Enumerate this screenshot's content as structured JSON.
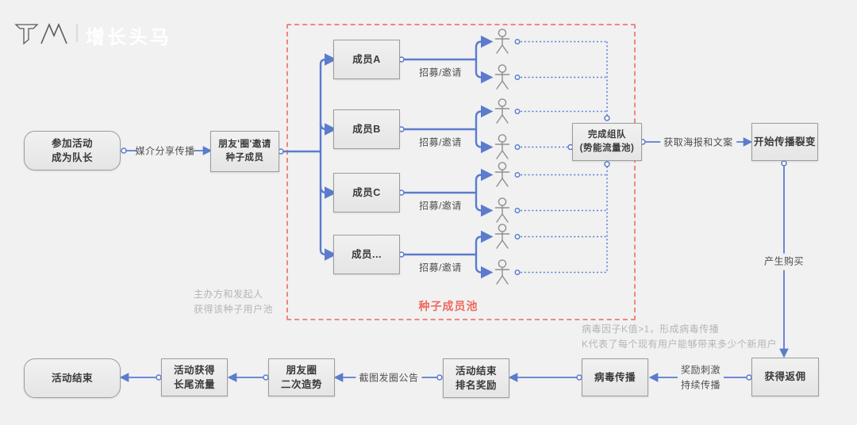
{
  "logo": {
    "mark": "TM",
    "divider": "|",
    "brand": "增长头马"
  },
  "nodes": {
    "join_activity": "参加活动\n成为队长",
    "invite_seed": "朋友'圈'邀请\n种子成员",
    "member_a": "成员A",
    "member_b": "成员B",
    "member_c": "成员C",
    "member_d": "成员...",
    "complete_team": "完成组队\n(势能流量池)",
    "start_fission": "开始传播裂变",
    "get_rebate": "获得返佣",
    "viral_spread": "病毒传播",
    "end_ranking": "活动结束\n排名奖励",
    "moments_momentum": "朋友圈\n二次造势",
    "longtail_traffic": "活动获得\n长尾流量",
    "end_activity": "活动结束"
  },
  "edge_labels": {
    "media_share": "媒介分享传播",
    "recruit": "招募/邀请",
    "get_poster": "获取海报和文案",
    "purchase": "产生购买",
    "reward_loop": "奖励刺激\n持续传播",
    "screenshot_post": "截图发圈公告"
  },
  "annotations": {
    "host_note": "主办方和发起人\n获得该种子用户池",
    "seed_pool": "种子成员池",
    "k_note_1": "病毒因子K值>1，形成病毒传播",
    "k_note_2": "K代表了每个现有用户能够带来多少个新用户"
  },
  "icons": {
    "person": "stick-figure-user"
  },
  "colors": {
    "accent_blue": "#5b7ccd",
    "dashed_red": "#f0867c",
    "seed_pool_red": "#ed6a5e",
    "note_gray": "#b5b5b5",
    "box_border": "#9c9c9c",
    "figure_gray": "#8f8f8f"
  }
}
